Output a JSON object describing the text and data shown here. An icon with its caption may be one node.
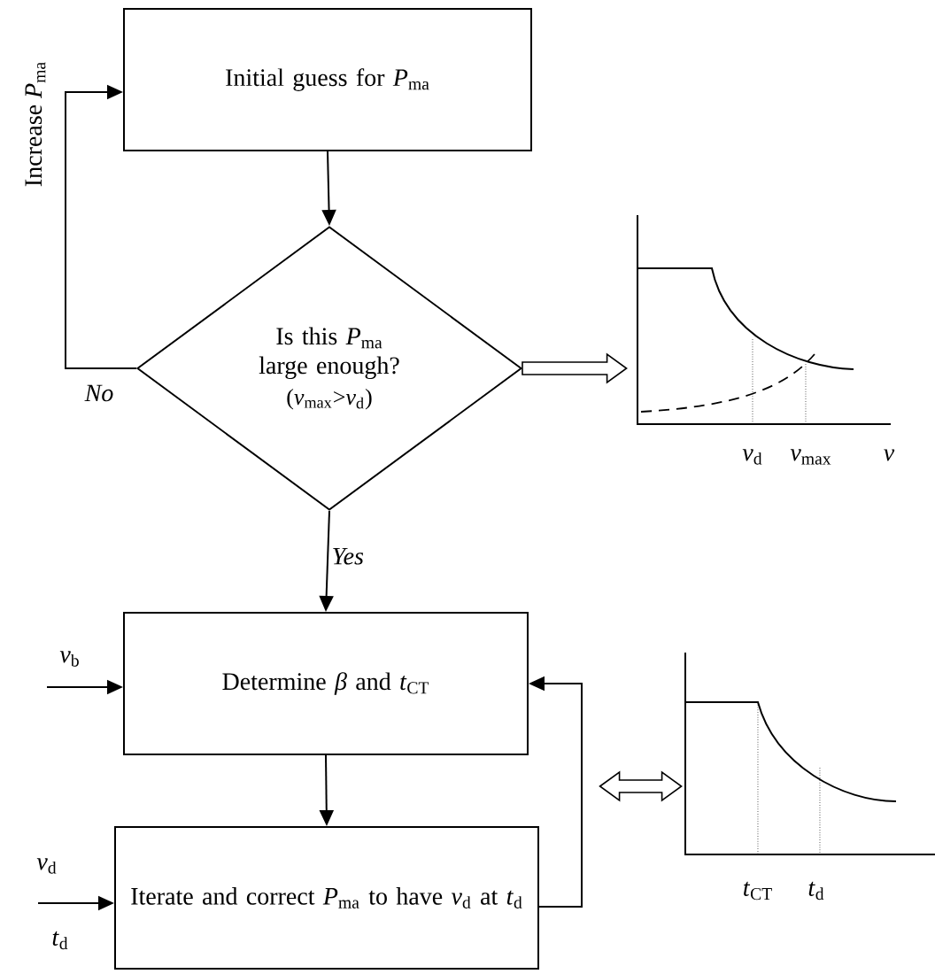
{
  "diagram": {
    "nodes": [
      {
        "text": [
          "Initial guess for *P*$_{ma}$"
        ]
      },
      {
        "text": [
          "Is this *P*$_{ma}$ large enough?",
          "(*v*$_{max}$>*v*$_{d}$)"
        ]
      },
      {
        "text": [],
        "shape": "picture"
      },
      {
        "text": [
          "Determine *β* and *t*$_{CT}$"
        ]
      },
      {
        "text": [
          "Iterate and correct *P*$_{ma}$ to have *v*$_{d}$ at *t*$_{d}$"
        ]
      },
      {
        "text": [],
        "shape": "picture"
      }
    ],
    "edges": [
      {
        "from": 0,
        "to": 1,
        "arrow": "to"
      },
      {
        "from": 1,
        "to": 0,
        "arrow": "to",
        "label": "Increase *P*$_{ma}$"
      },
      {
        "from": 1,
        "to": 3,
        "arrow": "to",
        "label": "*Yes*"
      },
      {
        "from": 3,
        "to": 4,
        "arrow": "to"
      },
      {
        "from": 4,
        "to": 3,
        "arrow": "to"
      },
      {
        "from": 1,
        "to": 2,
        "arrow": "to"
      },
      {
        "from": null,
        "to": 5,
        "arrow": "both"
      },
      {
        "from": null,
        "to": 3,
        "arrow": "to",
        "label": "*v*$_{b}$"
      },
      {
        "from": null,
        "to": 4,
        "arrow": "to",
        "label": "*v*$_{d}$"
      }
    ],
    "labels": [
      "*No*",
      "*t*$_{d}$",
      "*v*$_{d}$",
      "*v*$_{max}$",
      "*v*",
      "*t*$_{CT}$",
      "*t*$_{d}$"
    ]
  }
}
